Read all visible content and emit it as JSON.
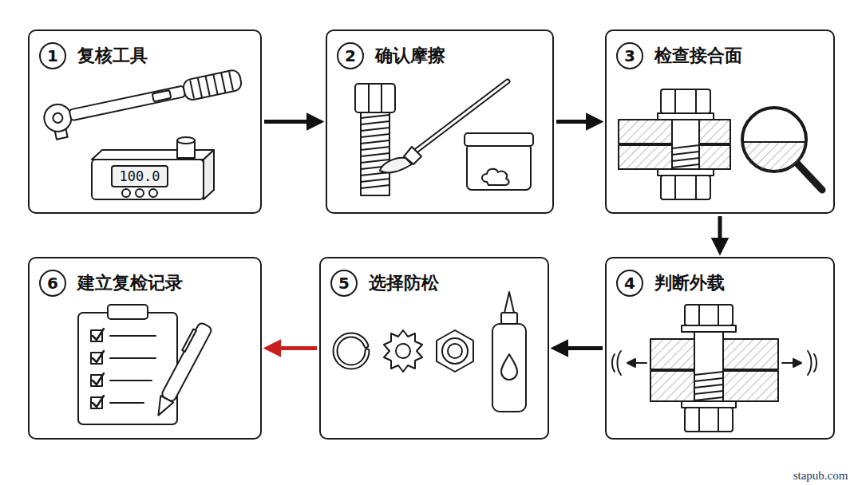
{
  "diagram": {
    "nodes": [
      {
        "text": [
          "1",
          "复核工具"
        ]
      },
      {
        "text": [
          "2",
          "确认摩擦"
        ]
      },
      {
        "text": [
          "3",
          "检查接合面"
        ]
      },
      {
        "text": [
          "4",
          "判断外载"
        ]
      },
      {
        "text": [
          "5",
          "选择防松"
        ]
      },
      {
        "text": [
          "6",
          "建立复检记录"
        ]
      }
    ],
    "edges": [
      {
        "from": 0,
        "to": 1,
        "arrow": "to"
      },
      {
        "from": 1,
        "to": 2,
        "arrow": "to"
      },
      {
        "from": 2,
        "to": 3,
        "arrow": "to"
      },
      {
        "from": 3,
        "to": 4,
        "arrow": "to"
      },
      {
        "from": 4,
        "to": 5,
        "arrow": "to"
      }
    ],
    "labels": [
      "100.0",
      "stapub.com"
    ]
  }
}
